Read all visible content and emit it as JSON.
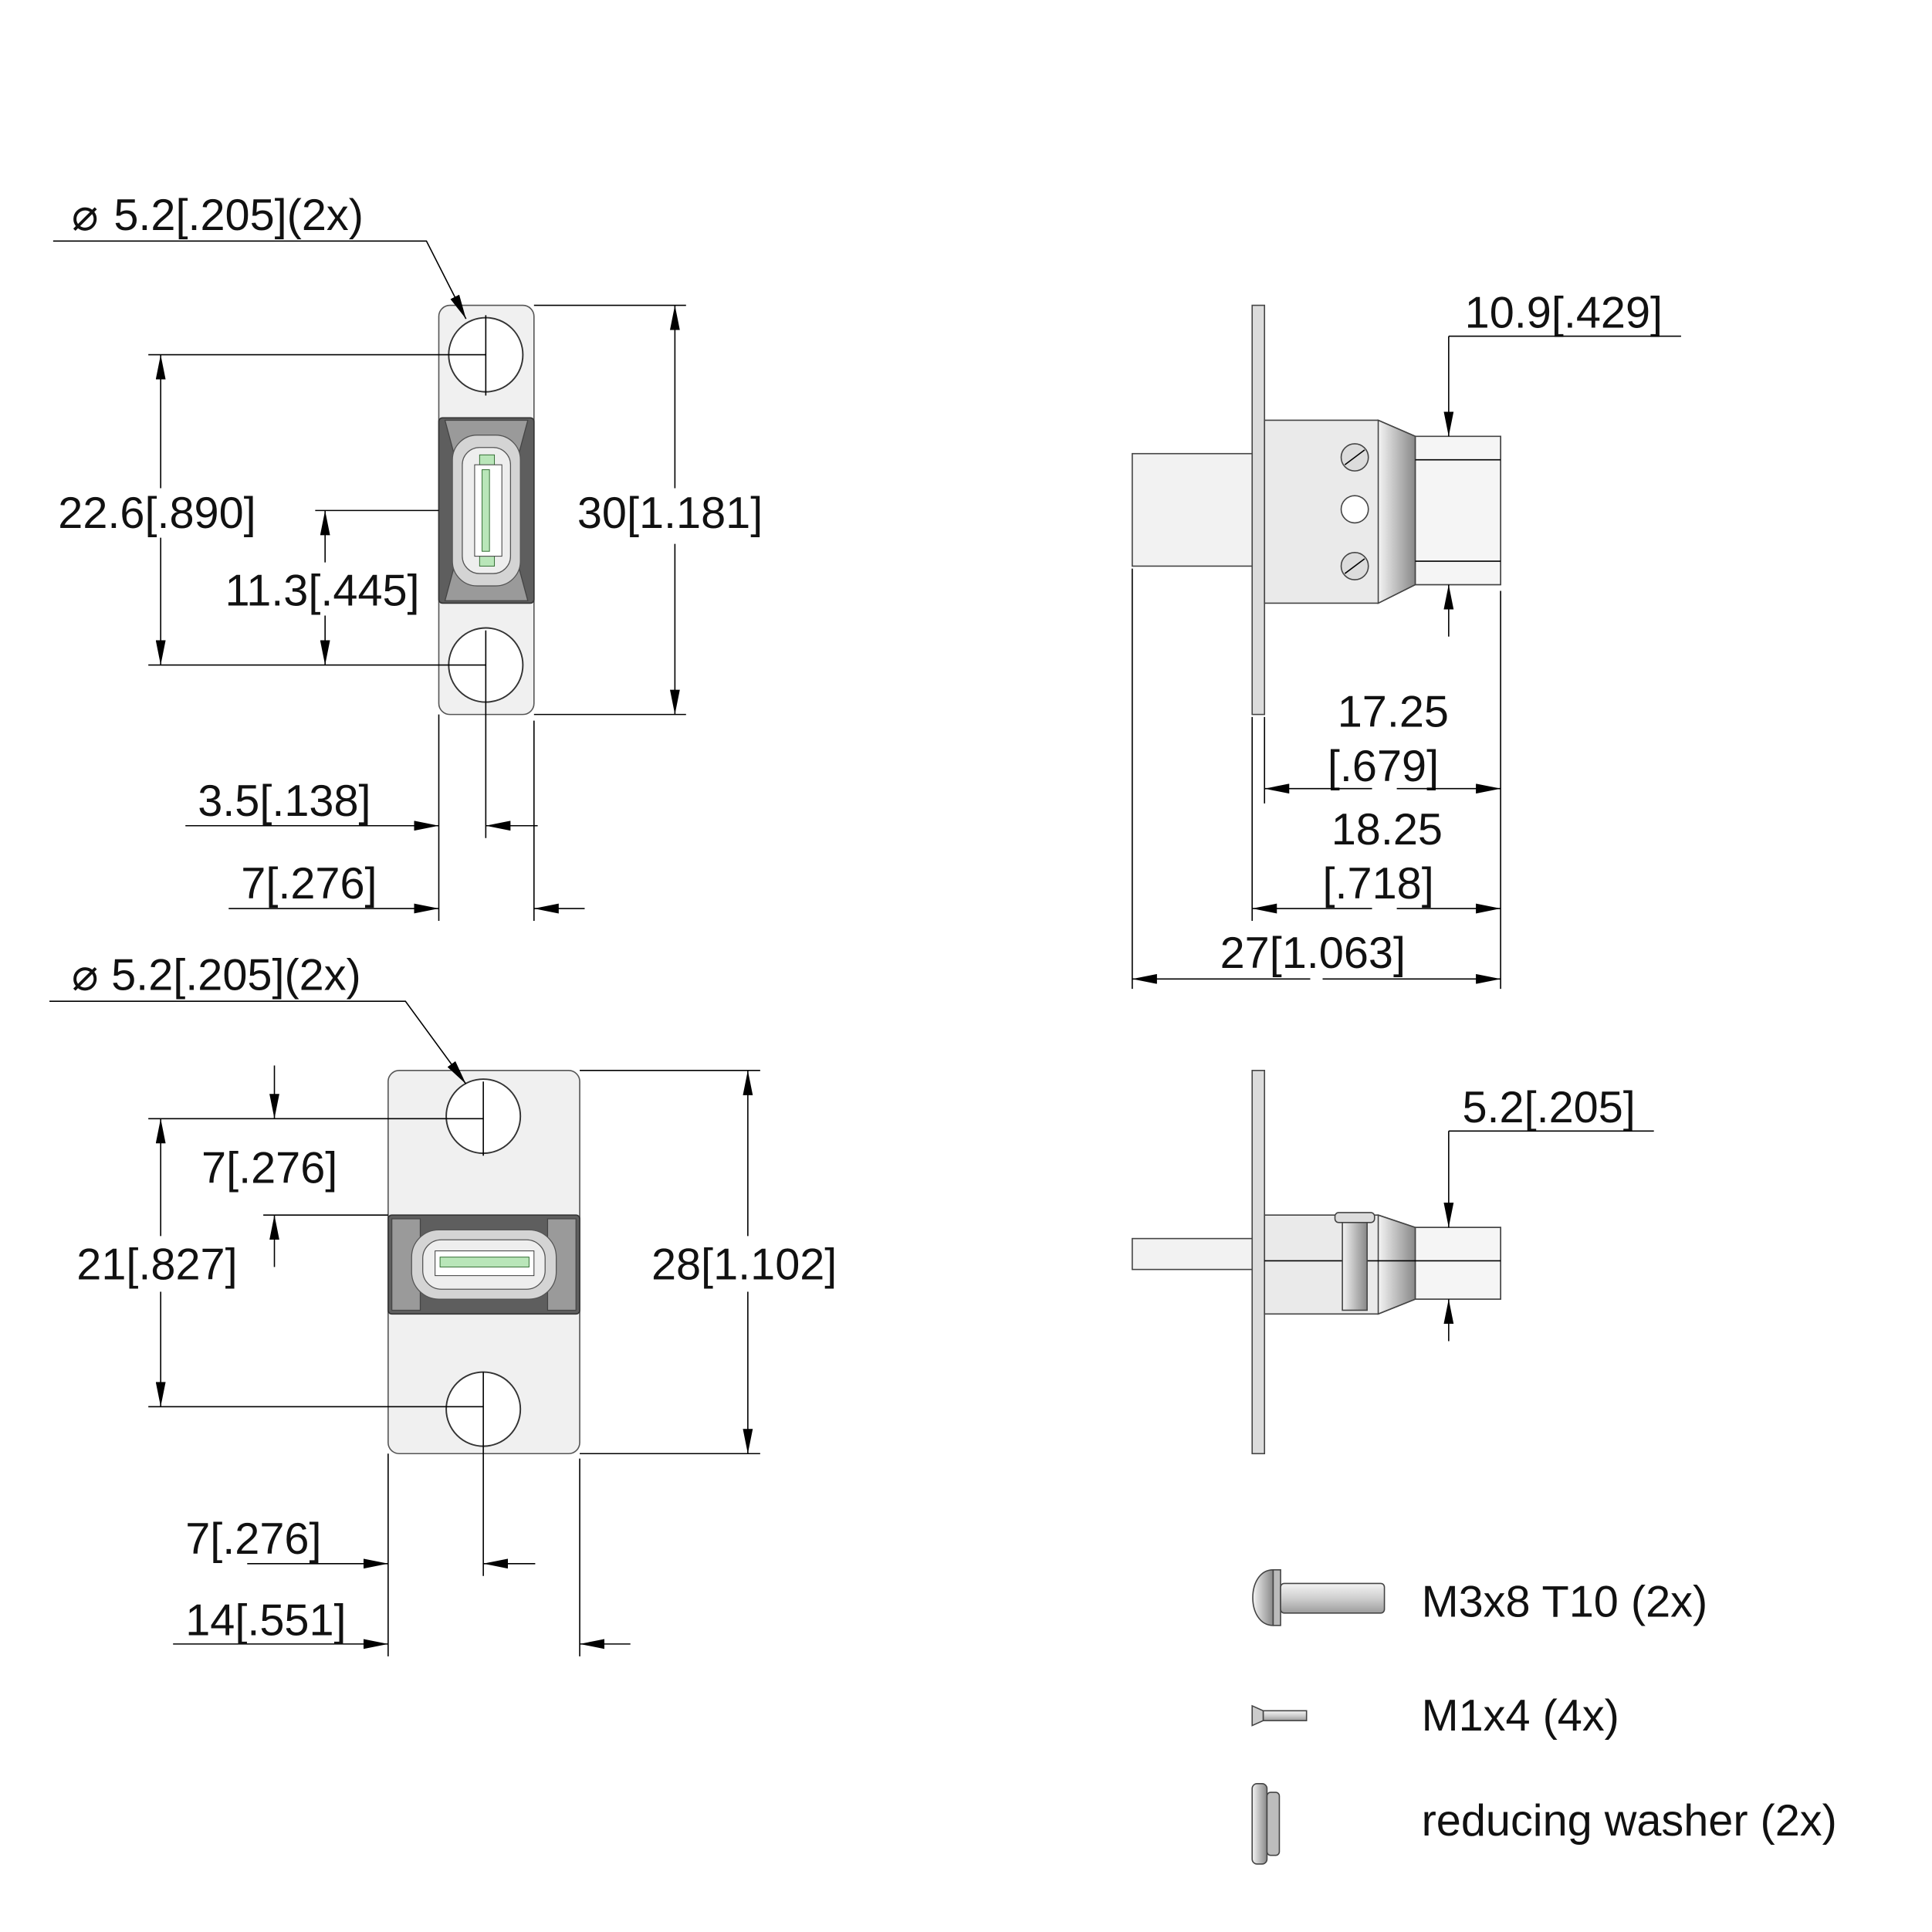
{
  "top_front_view": {
    "hole_callout": "5.2[.205](2x)",
    "hole_spacing": "22.6[.890]",
    "connector_offset": "11.3[.445]",
    "height": "30[1.181]",
    "hole_center_x": "3.5[.138]",
    "width": "7[.276]"
  },
  "bottom_front_view": {
    "hole_callout": "5.2[.205](2x)",
    "hole_to_connector": "7[.276]",
    "hole_spacing": "21[.827]",
    "height": "28[1.102]",
    "hole_center_x": "7[.276]",
    "width": "14[.551]"
  },
  "top_side_view": {
    "hex_width": "10.9[.429]",
    "length_a_mm": "17.25",
    "length_a_in": "[.679]",
    "length_b_mm": "18.25",
    "length_b_in": "[.718]",
    "overall_length": "27[1.063]"
  },
  "bottom_side_view": {
    "hex_width": "5.2[.205]"
  },
  "hardware": [
    {
      "label": "M3x8 T10 (2x)",
      "icon": "button-head-screw-icon"
    },
    {
      "label": "M1x4 (4x)",
      "icon": "flat-head-screw-icon"
    },
    {
      "label": "reducing washer (2x)",
      "icon": "washer-icon"
    }
  ],
  "diameter_symbol": "⌀",
  "colors": {
    "connector_dark": "#5e5e5e",
    "contact_green": "#b9e6b9",
    "plate": "#f0f0f0"
  }
}
